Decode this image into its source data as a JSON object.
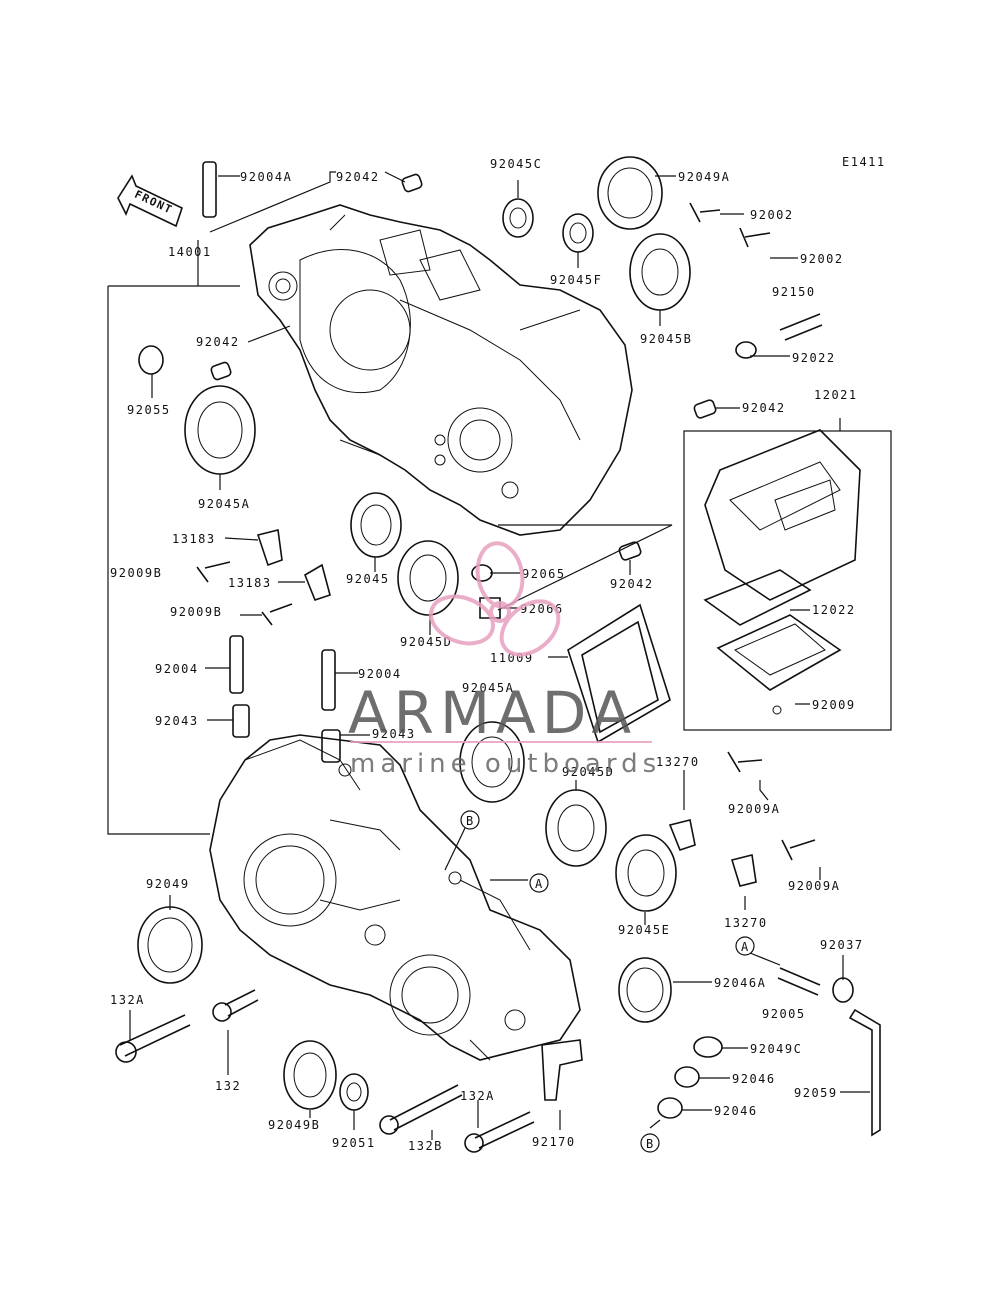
{
  "diagram": {
    "code": "E1411",
    "front_label": "FRONT",
    "callouts": {
      "c1": "A",
      "c2": "B"
    },
    "labels": {
      "l92004A": "92004A",
      "l92042a": "92042",
      "l92045C": "92045C",
      "l92049A": "92049A",
      "l92002a": "92002",
      "l92002b": "92002",
      "l92150": "92150",
      "l92045F": "92045F",
      "l92045B": "92045B",
      "l92022": "92022",
      "l92042b": "92042",
      "l14001": "14001",
      "l92042c": "92042",
      "l92055": "92055",
      "l12021": "12021",
      "l92045Aa": "92045A",
      "l13183a": "13183",
      "l92009Ba": "92009B",
      "l13183b": "13183",
      "l92045": "92045",
      "l92065": "92065",
      "l92042d": "92042",
      "l92009Bb": "92009B",
      "l92066": "92066",
      "l92045D": "92045D",
      "l12022": "12022",
      "l11009": "11009",
      "l92004a": "92004",
      "l92004b": "92004",
      "l92045Ab": "92045A",
      "l92009": "92009",
      "l92043a": "92043",
      "l92043b": "92043",
      "l13270a": "13270",
      "l92045Db": "92045D",
      "l92009Aa": "92009A",
      "l92049": "92049",
      "l92009Ab": "92009A",
      "l13270b": "13270",
      "l92045E": "92045E",
      "l92037": "92037",
      "l132Aa": "132A",
      "l92046A": "92046A",
      "l92005": "92005",
      "l132": "132",
      "l92049C": "92049C",
      "l92046a": "92046",
      "l92059": "92059",
      "l92049B": "92049B",
      "l132Ab": "132A",
      "l92046b": "92046",
      "l92051": "92051",
      "l132B": "132B",
      "l92170": "92170"
    }
  },
  "watermark": {
    "brand": "ARMADA",
    "tagline": "marine outboards",
    "color": "#e8a0c0"
  }
}
